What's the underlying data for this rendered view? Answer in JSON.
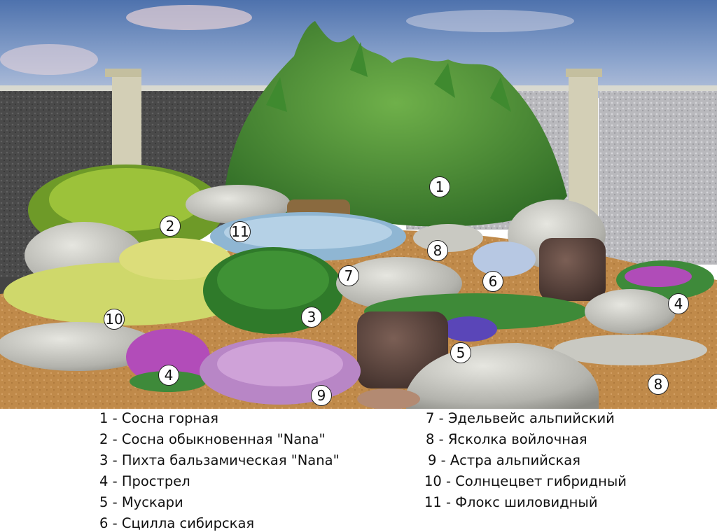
{
  "markers": [
    "1",
    "2",
    "3",
    "4",
    "4",
    "5",
    "6",
    "7",
    "8",
    "8",
    "9",
    "10",
    "11"
  ],
  "legend_left": [
    "1 - Сосна горная",
    "2 - Сосна обыкновенная \"Nana\"",
    "3 - Пихта бальзамическая \"Nana\"",
    "4 - Прострел",
    "5 - Мускари",
    "6 - Сцилла сибирская"
  ],
  "legend_right": [
    "7 - Эдельвейс альпийский",
    "8 - Ясколка войлочная",
    "9 - Астра альпийская",
    "10 - Солнцецвет гибридный",
    "11 - Флокс шиловидный"
  ]
}
